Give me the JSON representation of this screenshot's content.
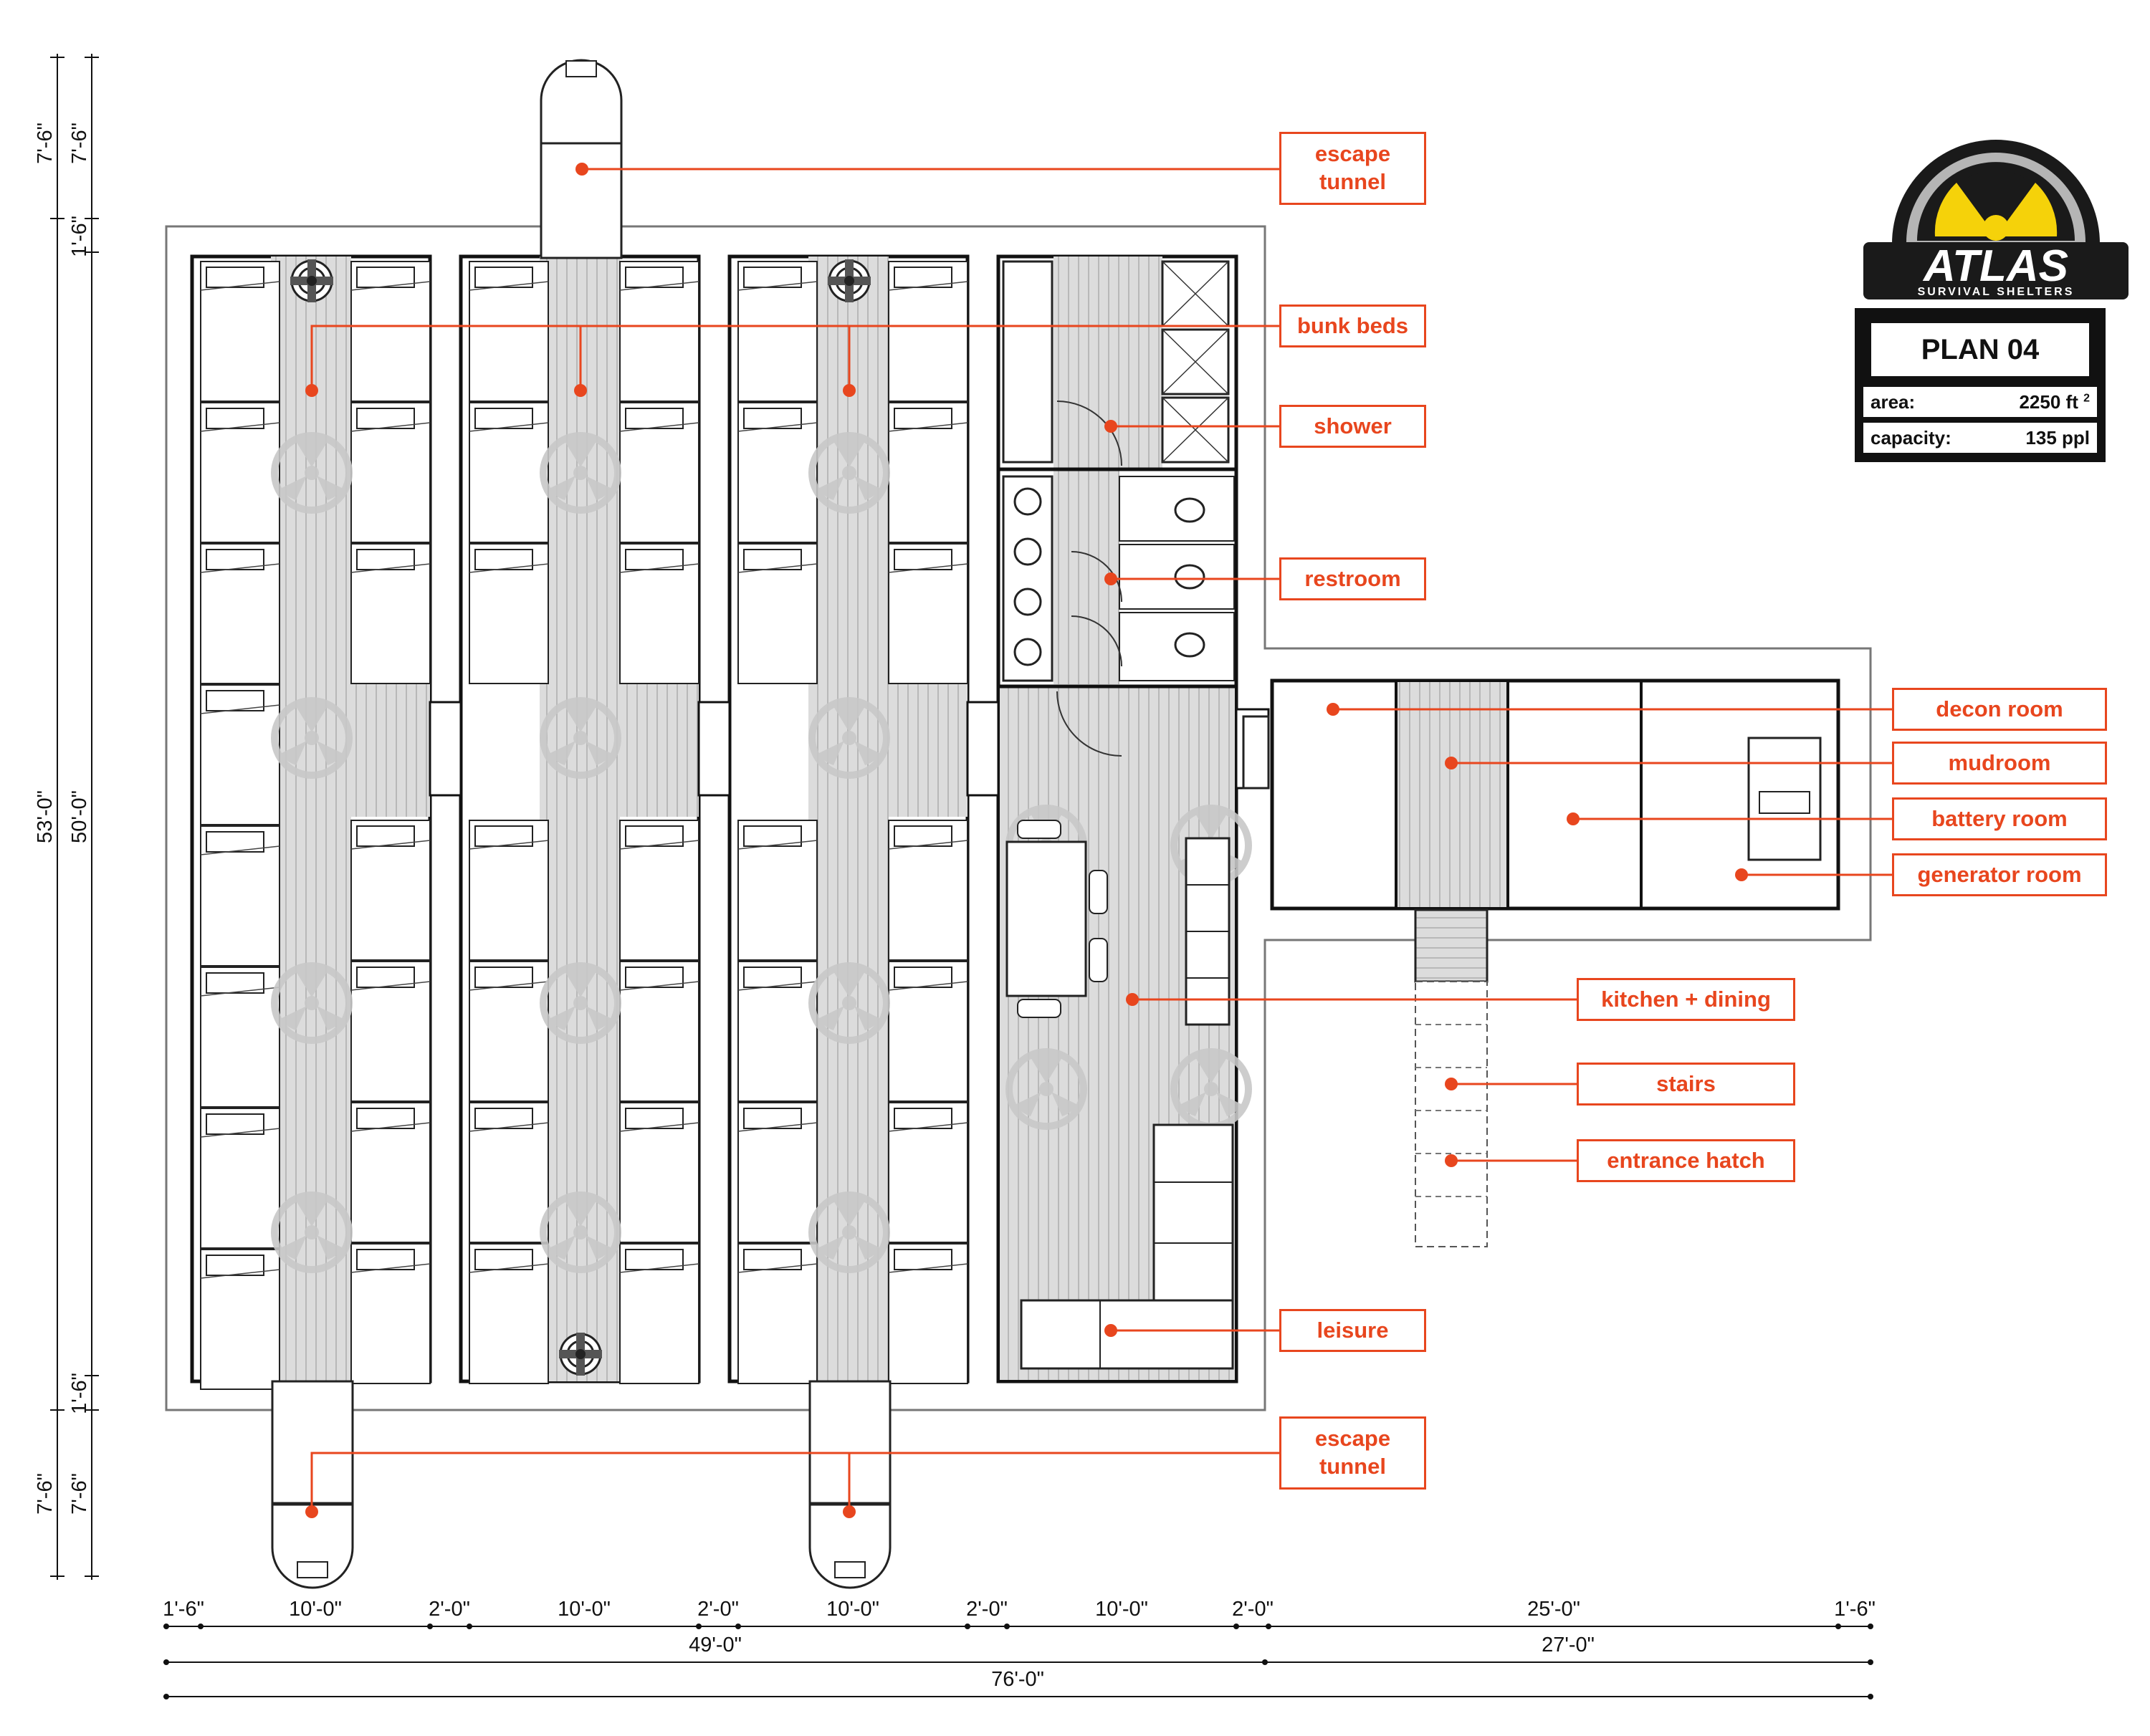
{
  "brand": {
    "name": "ATLAS",
    "tagline": "SURVIVAL SHELTERS",
    "plan_title": "PLAN 04",
    "colors": {
      "accent": "#e8461e",
      "logo_yellow": "#f5d20a",
      "logo_dark": "#1a1a1a",
      "floor": "#d9d9d9"
    }
  },
  "specs": {
    "area_label": "area:",
    "area_value": "2250 ft",
    "area_unit_sup": "2",
    "capacity_label": "capacity:",
    "capacity_value": "135 ppl"
  },
  "callouts": {
    "escape_tunnel_top": "escape\ntunnel",
    "bunk_beds": "bunk beds",
    "shower": "shower",
    "restroom": "restroom",
    "decon_room": "decon room",
    "mudroom": "mudroom",
    "battery_room": "battery room",
    "generator_room": "generator room",
    "kitchen_dining": "kitchen + dining",
    "stairs": "stairs",
    "entrance_hatch": "entrance hatch",
    "leisure": "leisure",
    "escape_tunnel_bottom": "escape\ntunnel"
  },
  "dimensions": {
    "left_outer_top": "7'-6\"",
    "left_inner_top": "7'-6\"",
    "left_inner_top2": "1'-6\"",
    "left_outer_total": "53'-0\"",
    "left_inner_total": "50'-0\"",
    "left_inner_bottom2": "1'-6\"",
    "left_outer_bottom": "7'-6\"",
    "left_inner_bottom": "7'-6\"",
    "row1": [
      "1'-6\"",
      "10'-0\"",
      "2'-0\"",
      "10'-0\"",
      "2'-0\"",
      "10'-0\"",
      "2'-0\"",
      "10'-0\"",
      "2'-0\"",
      "25'-0\"",
      "1'-6\""
    ],
    "row2": [
      "49'-0\"",
      "27'-0\""
    ],
    "row3": "76'-0\""
  },
  "icons": [
    "radiation-logo-icon",
    "watermark-logo-icon",
    "hatch-wheel-icon",
    "shower-stall-icon",
    "toilet-icon",
    "sink-icon",
    "door-swing-icon"
  ]
}
